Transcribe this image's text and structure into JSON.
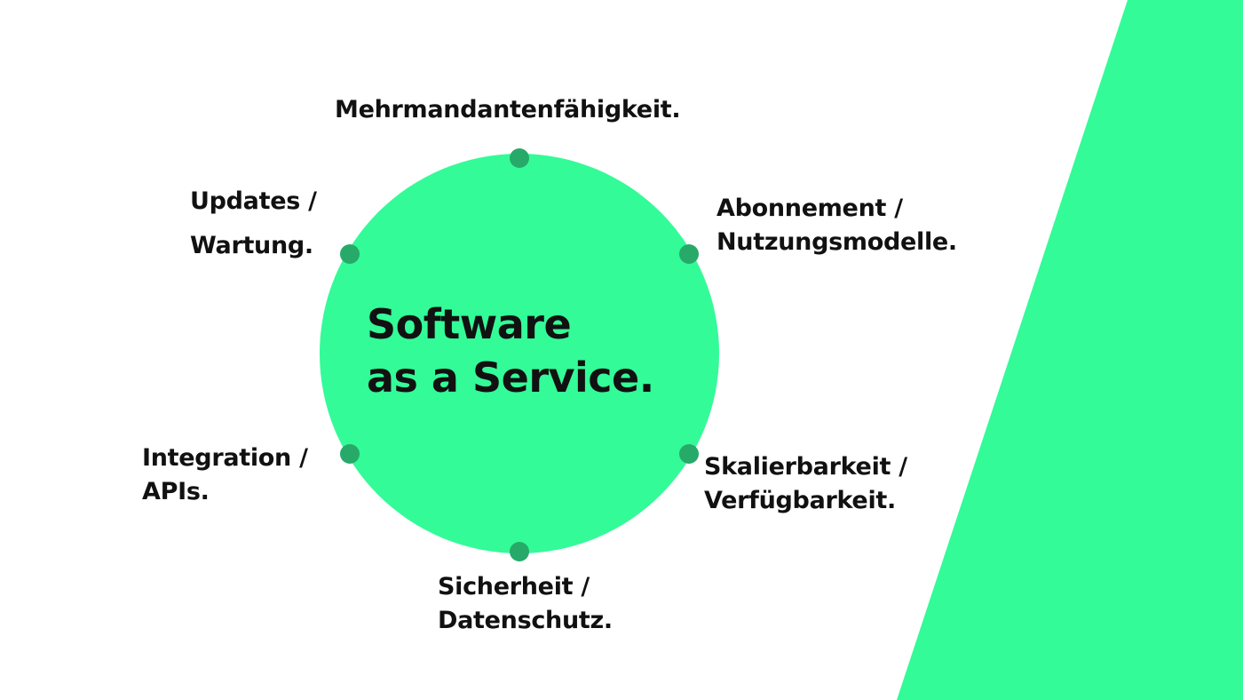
{
  "colors": {
    "accent": "#33fb98",
    "dot": "#27a96a",
    "text": "#111111",
    "background": "#ffffff"
  },
  "center": {
    "line1": "Software",
    "line2": "as a Service."
  },
  "labels": {
    "top": {
      "line1": "Mehrmandantenfähigkeit."
    },
    "top_right": {
      "line1": "Abonnement /",
      "line2": "Nutzungsmodelle."
    },
    "bottom_right": {
      "line1": "Skalierbarkeit /",
      "line2": "Verfügbarkeit."
    },
    "bottom": {
      "line1": "Sicherheit /",
      "line2": "Datenschutz."
    },
    "bottom_left": {
      "line1": "Integration /",
      "line2": "APIs."
    },
    "top_left": {
      "line1": "Updates /",
      "line2": "Wartung."
    }
  }
}
